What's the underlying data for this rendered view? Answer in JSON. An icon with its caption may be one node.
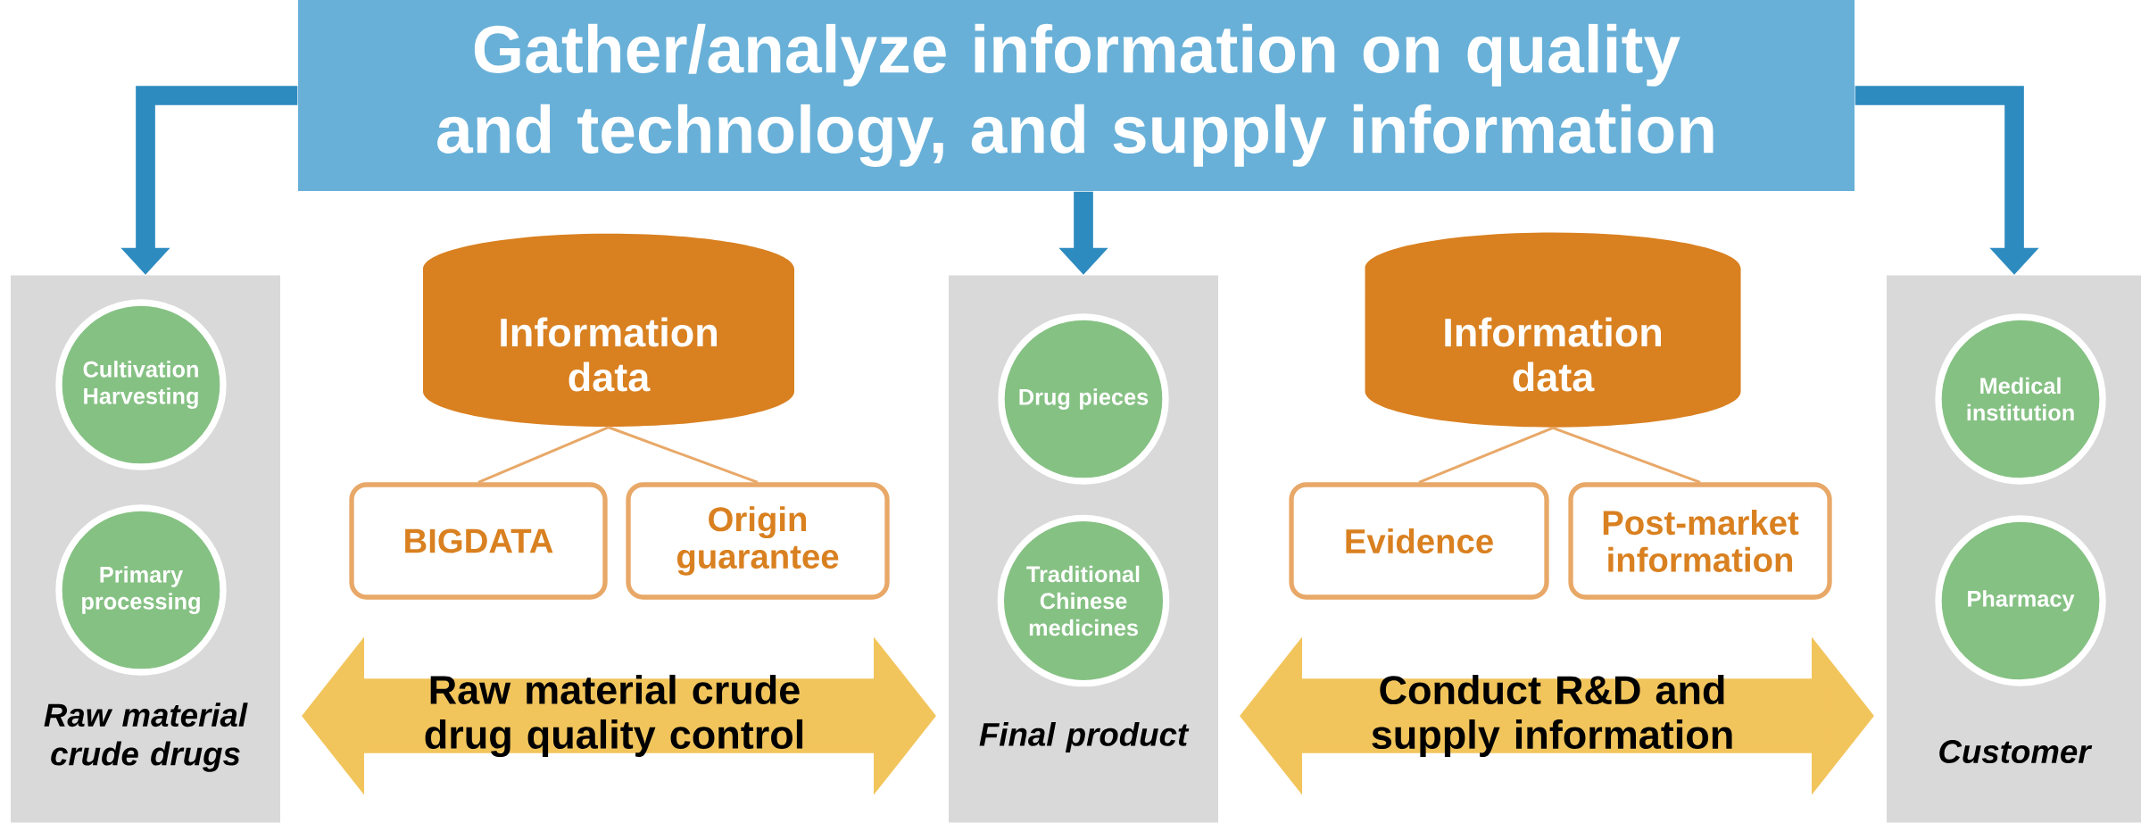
{
  "diagram": {
    "nodes": [
      {
        "text": [
          "Gather/analyze information on quality and technology, and supply information"
        ]
      },
      {
        "text": [
          "Raw material crude drugs"
        ]
      },
      {
        "text": [
          "Cultivation Harvesting"
        ],
        "in": 1
      },
      {
        "text": [
          "Primary processing"
        ],
        "in": 1
      },
      {
        "text": [
          "Information data"
        ]
      },
      {
        "text": [
          "BIGDATA"
        ]
      },
      {
        "text": [
          "Origin guarantee"
        ]
      },
      {
        "text": [
          "Final product"
        ]
      },
      {
        "text": [
          "Drug pieces"
        ],
        "in": 7
      },
      {
        "text": [
          "Traditional Chinese medicines"
        ],
        "in": 7
      },
      {
        "text": [
          "Information data"
        ]
      },
      {
        "text": [
          "Evidence"
        ]
      },
      {
        "text": [
          "Post-market information"
        ]
      },
      {
        "text": [
          "Customer"
        ]
      },
      {
        "text": [
          "Medical institution"
        ],
        "in": 13
      },
      {
        "text": [
          "Pharmacy"
        ],
        "in": 13
      }
    ],
    "edges": [
      {
        "from": 0,
        "to": 1,
        "arrow": "to",
        "color": "#2e8bc0"
      },
      {
        "from": 0,
        "to": 7,
        "arrow": "to",
        "color": "#2e8bc0"
      },
      {
        "from": 0,
        "to": 13,
        "arrow": "to",
        "color": "#2e8bc0"
      },
      {
        "from": 4,
        "to": 5,
        "arrow": "none"
      },
      {
        "from": 4,
        "to": 6,
        "arrow": "none"
      },
      {
        "from": 10,
        "to": 11,
        "arrow": "none"
      },
      {
        "from": 10,
        "to": 12,
        "arrow": "none"
      },
      {
        "from": 1,
        "to": 7,
        "arrow": "both",
        "label": "Raw material crude drug quality control",
        "style": "thick",
        "color": "#f2c55c"
      },
      {
        "from": 7,
        "to": 13,
        "arrow": "both",
        "label": "Conduct R&D and supply information",
        "style": "thick",
        "color": "#f2c55c"
      }
    ]
  }
}
